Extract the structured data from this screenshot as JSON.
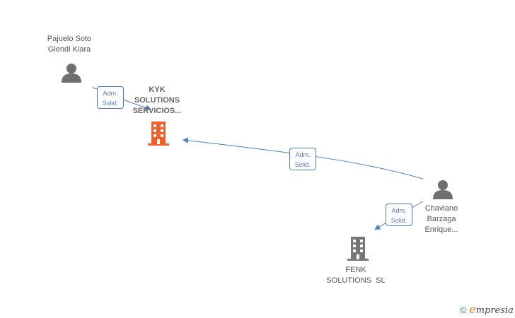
{
  "nodes": {
    "person1": {
      "lines": [
        "Pajuelo Soto",
        "Glendi Kiara"
      ]
    },
    "company1": {
      "lines": [
        "KYK",
        "SOLUTIONS",
        "SERVICIOS..."
      ]
    },
    "person2": {
      "lines": [
        "Chaviano",
        "Barzaga",
        "Enrique..."
      ]
    },
    "company2": {
      "lines": [
        "FENK",
        "SOLUTIONS  SL"
      ]
    }
  },
  "edges": [
    {
      "label": [
        "Adm.",
        "Solid."
      ]
    },
    {
      "label": [
        "Adm.",
        "Solid."
      ]
    },
    {
      "label": [
        "Adm.",
        "Solid."
      ]
    }
  ],
  "brand": {
    "copyright": "©",
    "e": "e",
    "rest": "mpresia"
  },
  "colors": {
    "edge": "#4a7fc4",
    "company_highlight": "#f0602a",
    "company_default": "#777777",
    "person": "#6f6f6f"
  }
}
